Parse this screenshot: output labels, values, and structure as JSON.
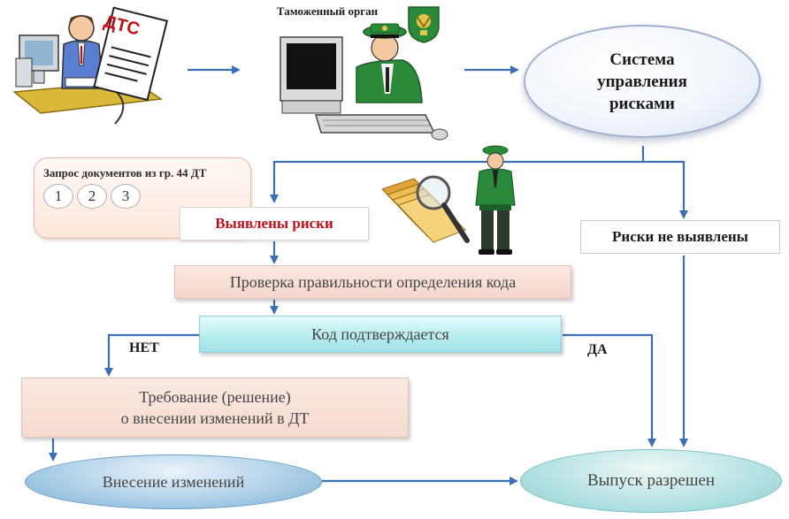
{
  "header": {
    "customs_authority": "Таможенный орган"
  },
  "document": {
    "label": "ДТС"
  },
  "nodes": {
    "risk_system": {
      "line1": "Система",
      "line2": "управления",
      "line3": "рисками"
    },
    "request": {
      "text": "Запрос документов из гр. 44 ДТ",
      "items": [
        "1",
        "2",
        "3"
      ]
    },
    "risks_found": "Выявлены риски",
    "risks_not_found": "Риски не выявлены",
    "code_check": "Проверка правильности определения кода",
    "code_confirmed": "Код подтверждается",
    "demand": {
      "line1": "Требование (решение)",
      "line2": "о внесении изменений в ДТ"
    },
    "make_changes": "Внесение изменений",
    "release": "Выпуск разрешен"
  },
  "labels": {
    "no": "НЕТ",
    "yes": "ДА"
  },
  "colors": {
    "arrow": "#3d6fb6",
    "alert_text": "#c0101a",
    "uniform": "#2a8a3a"
  }
}
